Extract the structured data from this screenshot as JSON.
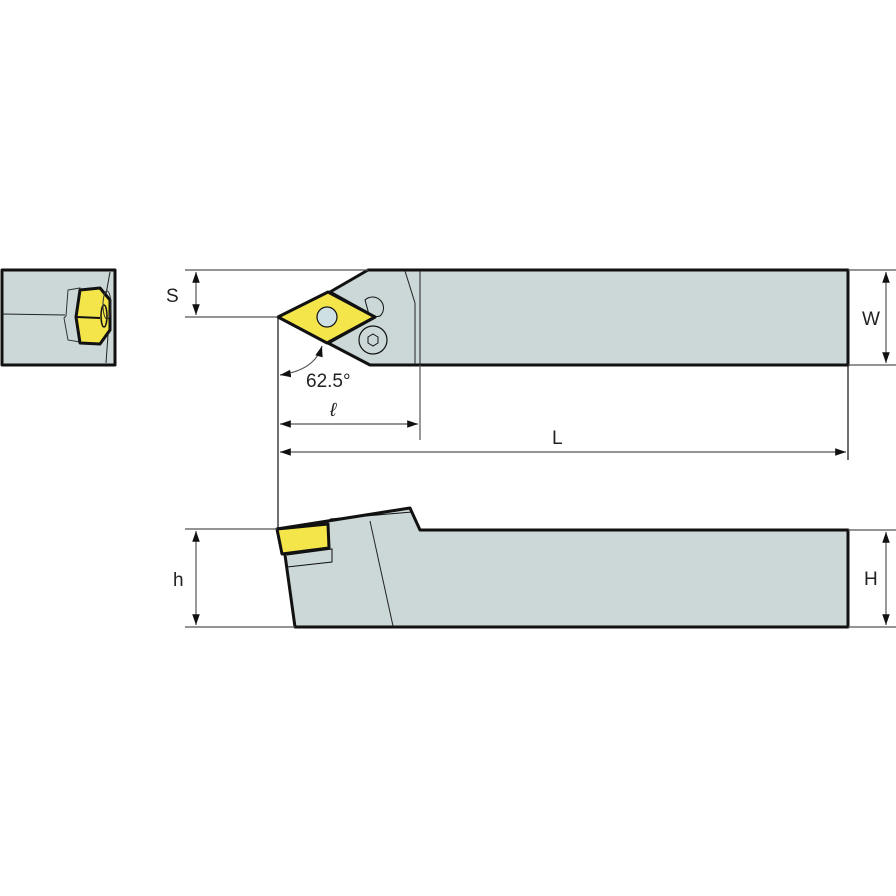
{
  "labels": {
    "s": "S",
    "w": "W",
    "angle": "62.5°",
    "ell": "ℓ",
    "l": "L",
    "h_small": "h",
    "h_big": "H"
  },
  "colors": {
    "body": "#cbd8d7",
    "insert": "#f4e54b",
    "outline": "#111111"
  }
}
